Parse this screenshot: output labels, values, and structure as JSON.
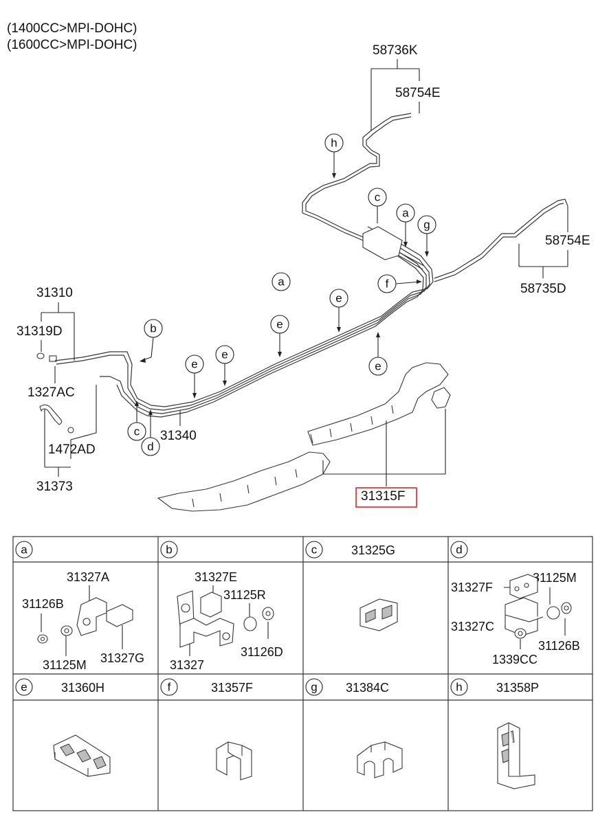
{
  "header": {
    "engine_1": "(1400CC>MPI-DOHC)",
    "engine_2": "(1600CC>MPI-DOHC)"
  },
  "callouts": {
    "a": "a",
    "b": "b",
    "c": "c",
    "d": "d",
    "e": "e",
    "f": "f",
    "g": "g",
    "h": "h"
  },
  "parts": {
    "p58736K": "58736K",
    "p58754E_top": "58754E",
    "p58754E_right": "58754E",
    "p58735D": "58735D",
    "p31310": "31310",
    "p31319D": "31319D",
    "p1327AC": "1327AC",
    "p1472AD": "1472AD",
    "p31373": "31373",
    "p31340": "31340",
    "p31315F": "31315F"
  },
  "highlight_color": "#d9262b",
  "table": {
    "row1": [
      {
        "letter": "a",
        "title": "",
        "labels": [
          "31327A",
          "31126B",
          "31125M",
          "31327G"
        ]
      },
      {
        "letter": "b",
        "title": "",
        "labels": [
          "31327E",
          "31125R",
          "31126D",
          "31327"
        ]
      },
      {
        "letter": "c",
        "title": "31325G",
        "labels": []
      },
      {
        "letter": "d",
        "title": "",
        "labels": [
          "31327F",
          "31125M",
          "31327C",
          "31126B",
          "1339CC"
        ]
      }
    ],
    "row2": [
      {
        "letter": "e",
        "title": "31360H"
      },
      {
        "letter": "f",
        "title": "31357F"
      },
      {
        "letter": "g",
        "title": "31384C"
      },
      {
        "letter": "h",
        "title": "31358P"
      }
    ]
  }
}
